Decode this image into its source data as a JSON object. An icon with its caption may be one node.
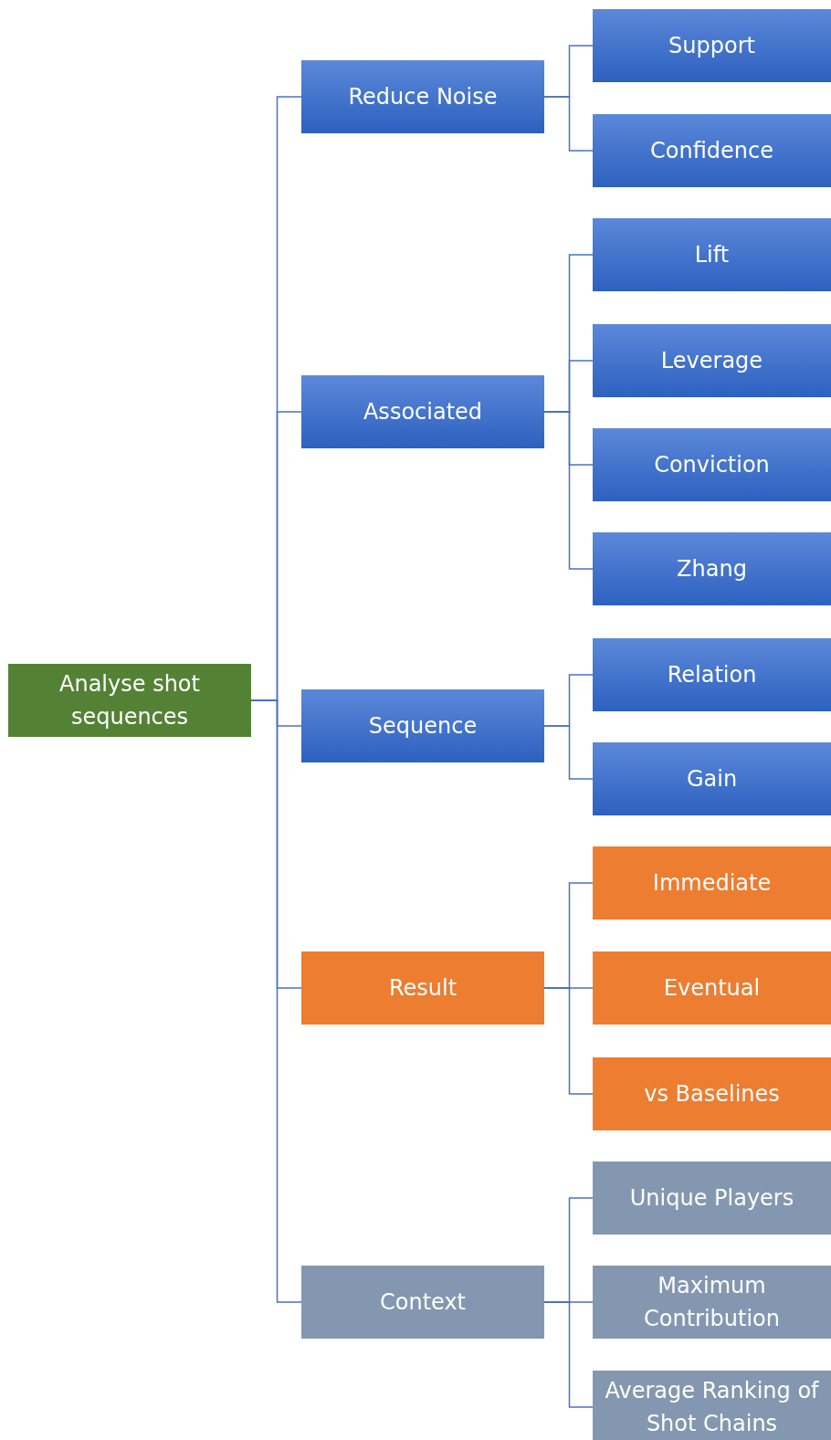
{
  "diagram": {
    "nodes": [
      {
        "text": [
          "Analyse shot sequences"
        ]
      },
      {
        "text": [
          "Reduce Noise"
        ]
      },
      {
        "text": [
          "Support"
        ]
      },
      {
        "text": [
          "Confidence"
        ]
      },
      {
        "text": [
          "Associated"
        ]
      },
      {
        "text": [
          "Lift"
        ]
      },
      {
        "text": [
          "Leverage"
        ]
      },
      {
        "text": [
          "Conviction"
        ]
      },
      {
        "text": [
          "Zhang"
        ]
      },
      {
        "text": [
          "Sequence"
        ]
      },
      {
        "text": [
          "Relation"
        ]
      },
      {
        "text": [
          "Gain"
        ]
      },
      {
        "text": [
          "Result"
        ]
      },
      {
        "text": [
          "Immediate"
        ]
      },
      {
        "text": [
          "Eventual"
        ]
      },
      {
        "text": [
          "vs Baselines"
        ]
      },
      {
        "text": [
          "Context"
        ]
      },
      {
        "text": [
          "Unique Players"
        ]
      },
      {
        "text": [
          "Maximum Contribution"
        ]
      },
      {
        "text": [
          "Average Ranking of Shot Chains"
        ]
      }
    ],
    "edges": [
      {
        "from": 0,
        "to": 1,
        "arrow": "none"
      },
      {
        "from": 0,
        "to": 4,
        "arrow": "none"
      },
      {
        "from": 0,
        "to": 9,
        "arrow": "none"
      },
      {
        "from": 0,
        "to": 12,
        "arrow": "none"
      },
      {
        "from": 0,
        "to": 16,
        "arrow": "none"
      },
      {
        "from": 1,
        "to": 2,
        "arrow": "none"
      },
      {
        "from": 1,
        "to": 3,
        "arrow": "none"
      },
      {
        "from": 4,
        "to": 5,
        "arrow": "none"
      },
      {
        "from": 4,
        "to": 6,
        "arrow": "none"
      },
      {
        "from": 4,
        "to": 7,
        "arrow": "none"
      },
      {
        "from": 4,
        "to": 8,
        "arrow": "none"
      },
      {
        "from": 9,
        "to": 10,
        "arrow": "none"
      },
      {
        "from": 9,
        "to": 11,
        "arrow": "none"
      },
      {
        "from": 12,
        "to": 13,
        "arrow": "none"
      },
      {
        "from": 12,
        "to": 14,
        "arrow": "none"
      },
      {
        "from": 12,
        "to": 15,
        "arrow": "none"
      },
      {
        "from": 16,
        "to": 17,
        "arrow": "none"
      },
      {
        "from": 16,
        "to": 18,
        "arrow": "none"
      },
      {
        "from": 16,
        "to": 19,
        "arrow": "none"
      }
    ]
  }
}
